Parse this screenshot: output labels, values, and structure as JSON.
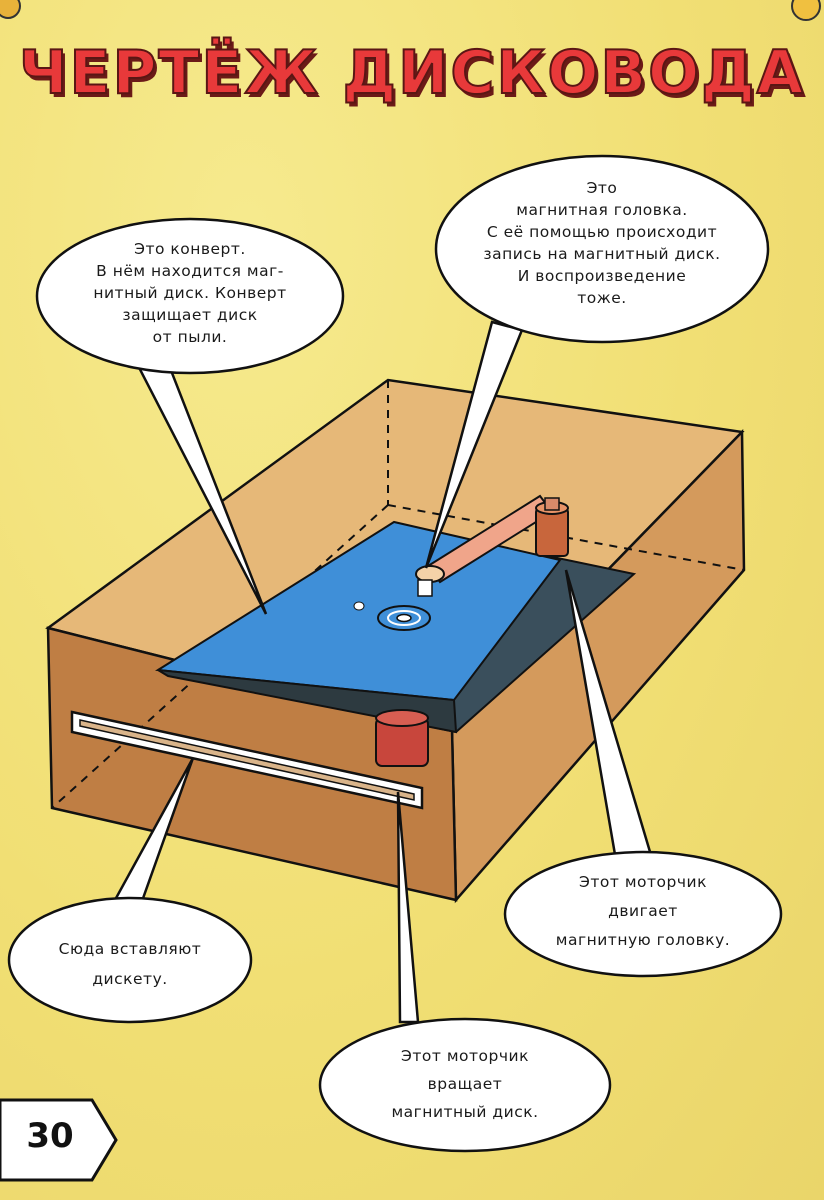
{
  "page": {
    "title": "ЧЕРТЁЖ ДИСКОВОДА",
    "page_number": "30"
  },
  "callouts": {
    "envelope": {
      "lines": [
        "Это конверт.",
        "В нём находится маг-",
        "нитный диск. Конверт",
        "защищает диск",
        "от пыли."
      ]
    },
    "head": {
      "lines": [
        "Это",
        "магнитная головка.",
        "С её помощью происходит",
        "запись на магнитный диск.",
        "И воспроизведение",
        "тоже."
      ]
    },
    "slot": {
      "lines": [
        "Сюда вставляют",
        "дискету."
      ]
    },
    "head_motor": {
      "lines": [
        "Этот моторчик",
        "двигает",
        "магнитную головку."
      ]
    },
    "disk_motor": {
      "lines": [
        "Этот моторчик",
        "вращает",
        "магнитный диск."
      ]
    }
  },
  "colors": {
    "background": "#f1df74",
    "title": "#e8393a",
    "box": "#c98a4f",
    "disk": "#3f8fd8",
    "motor": "#c8463c",
    "arm": "#f0a58a"
  }
}
